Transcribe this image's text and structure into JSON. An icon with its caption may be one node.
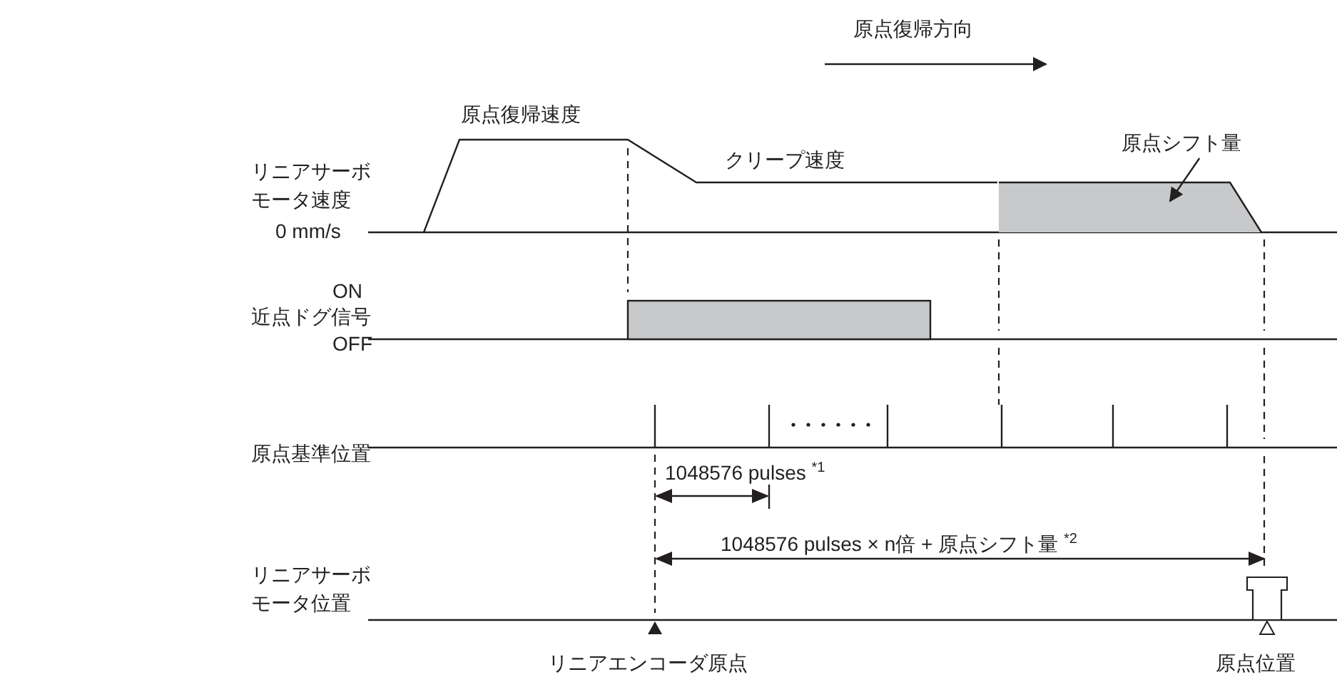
{
  "diagram": {
    "nodes": [
      {
        "text": [
          "原点シフト量"
        ]
      },
      {
        "text": [],
        "shape": "box"
      },
      {
        "text": [],
        "shape": "bar"
      }
    ],
    "edges": [
      {
        "from": 0,
        "to": 1,
        "arrow": "to"
      }
    ],
    "labels": [
      "原点復帰方向",
      "原点復帰速度",
      "リニアサーボモータ速度",
      "クリープ速度",
      "0 mm/s",
      "ON",
      "近点ドグ信号",
      "OFF",
      "原点基準位置",
      "1048576 pulses $^{*1}$",
      "1048576 pulses × n倍 + 原点シフト量 $^{*2}$",
      "リニアサーボモータ位置",
      "リニアエンコーダ原点",
      "原点位置"
    ]
  }
}
